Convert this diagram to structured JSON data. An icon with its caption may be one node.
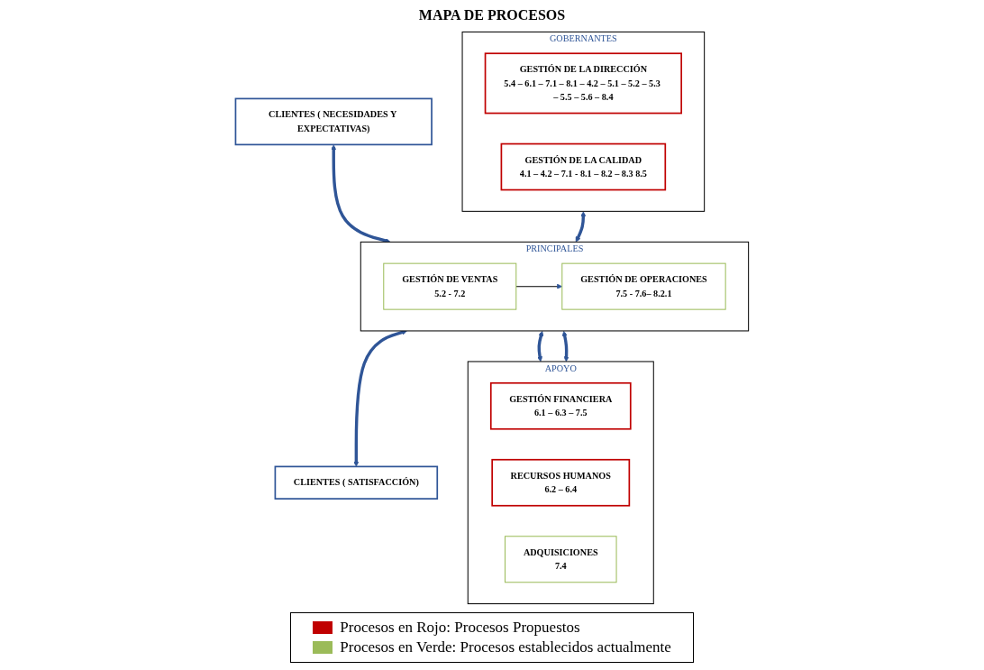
{
  "diagram": {
    "title": "MAPA DE PROCESOS",
    "nodes": [
      {
        "text": [
          "CLIENTES ( NECESIDADES Y EXPECTATIVAS)"
        ]
      },
      {
        "text": [
          "GOBERNANTES"
        ]
      },
      {
        "text": [
          "GESTIÓN DE LA DIRECCIÓN",
          "5.4 – 6.1 – 7.1 – 8.1 – 4.2 – 5.1 – 5.2 – 5.3 – 5.5 – 5.6 – 8.4"
        ],
        "in": 1
      },
      {
        "text": [
          "GESTIÓN DE LA CALIDAD",
          "4.1 – 4.2 – 7.1 -  8.1 – 8.2 – 8.3  8.5"
        ],
        "in": 1
      },
      {
        "text": [
          "PRINCIPALES"
        ]
      },
      {
        "text": [
          "GESTIÓN DE VENTAS",
          "5.2 - 7.2"
        ],
        "in": 4
      },
      {
        "text": [
          "GESTIÓN DE OPERACIONES",
          "7.5 - 7.6– 8.2.1"
        ],
        "in": 4
      },
      {
        "text": [
          "APOYO"
        ]
      },
      {
        "text": [
          "GESTIÓN FINANCIERA",
          "6.1 – 6.3 – 7.5"
        ],
        "in": 7
      },
      {
        "text": [
          "RECURSOS HUMANOS",
          "6.2  – 6.4"
        ],
        "in": 7
      },
      {
        "text": [
          "ADQUISICIONES",
          "7.4"
        ],
        "in": 7
      },
      {
        "text": [
          "CLIENTES ( SATISFACCIÓN)"
        ]
      }
    ],
    "edges": [
      {
        "from": 0,
        "to": 4,
        "arrow": "both"
      },
      {
        "from": 1,
        "to": 4,
        "arrow": "both"
      },
      {
        "from": 5,
        "to": 6,
        "arrow": "to",
        "color": "#000000"
      },
      {
        "from": 4,
        "to": 11,
        "arrow": "both"
      },
      {
        "from": 4,
        "to": 7,
        "arrow": "both"
      },
      {
        "from": 4,
        "to": 7,
        "arrow": "both"
      }
    ],
    "legend": [
      {
        "text": "Procesos en Rojo: Procesos Propuestos",
        "color": "#c00000"
      },
      {
        "text": "Procesos en Verde: Procesos establecidos actualmente",
        "color": "#9bbb59"
      }
    ]
  }
}
